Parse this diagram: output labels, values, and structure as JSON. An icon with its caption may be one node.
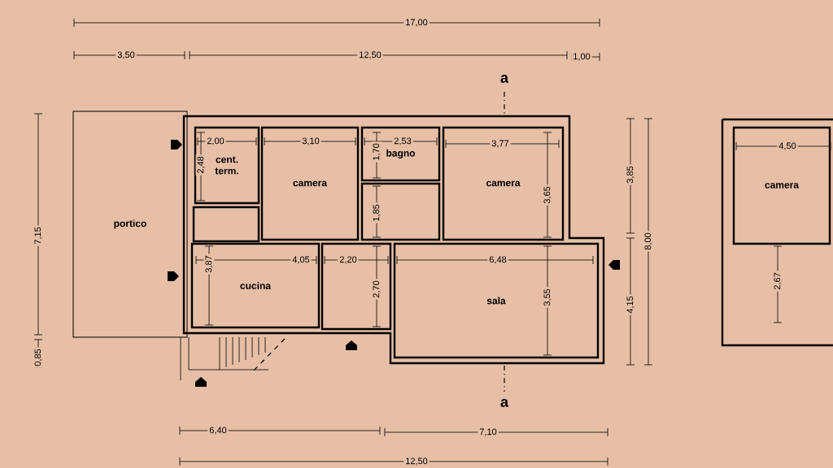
{
  "diagram": {
    "nodes": [
      {
        "text": [
          "portico"
        ]
      },
      {
        "text": [
          "cent. term."
        ]
      },
      {
        "text": [
          "camera"
        ]
      },
      {
        "text": [
          "bagno"
        ]
      },
      {
        "text": [
          "camera"
        ]
      },
      {
        "text": [
          "camera"
        ]
      },
      {
        "text": [],
        "shape": "box"
      },
      {
        "text": [],
        "shape": "box"
      },
      {
        "text": [
          "cucina"
        ]
      },
      {
        "text": [],
        "shape": "box"
      },
      {
        "text": [
          "sala"
        ]
      }
    ],
    "labels": [
      "17,00",
      "3,50",
      "12,50",
      "1,00",
      "a",
      "2,00",
      "3,10",
      "2,53",
      "3,77",
      "4,50",
      "2,48",
      "1,70",
      "3,85",
      "3,65",
      "1,85",
      "7,15",
      "8,00",
      "4,05",
      "2,20",
      "6,48",
      "3,87",
      "2,70",
      "2,67",
      "3,55",
      "4,15",
      "0,85",
      "a",
      "6,40",
      "7,10",
      "12,50"
    ]
  }
}
